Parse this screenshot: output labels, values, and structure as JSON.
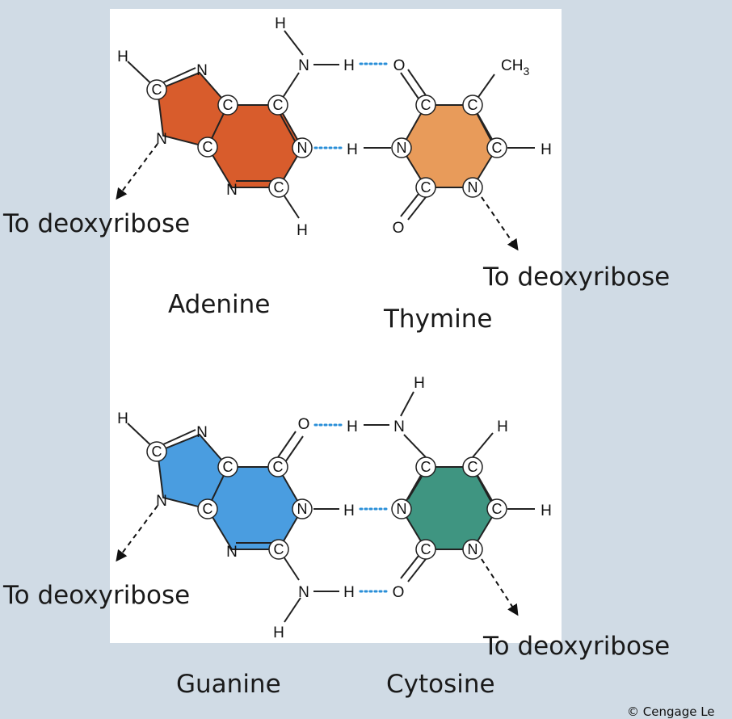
{
  "labels": {
    "to_deoxyribose": "To deoxyribose",
    "adenine": "Adenine",
    "thymine": "Thymine",
    "guanine": "Guanine",
    "cytosine": "Cytosine"
  },
  "copyright": "© Cengage Le",
  "colors": {
    "adenine": "#d85c2c",
    "thymine": "#e89b5a",
    "guanine": "#4a9de0",
    "cytosine": "#3f9581",
    "hbond": "#2a8fd8",
    "panel": "#ffffff",
    "background": "#d0dbe5"
  },
  "atoms": {
    "H": "H",
    "N": "N",
    "C": "C",
    "O": "O",
    "CH3": "CH",
    "sub3": "3"
  }
}
